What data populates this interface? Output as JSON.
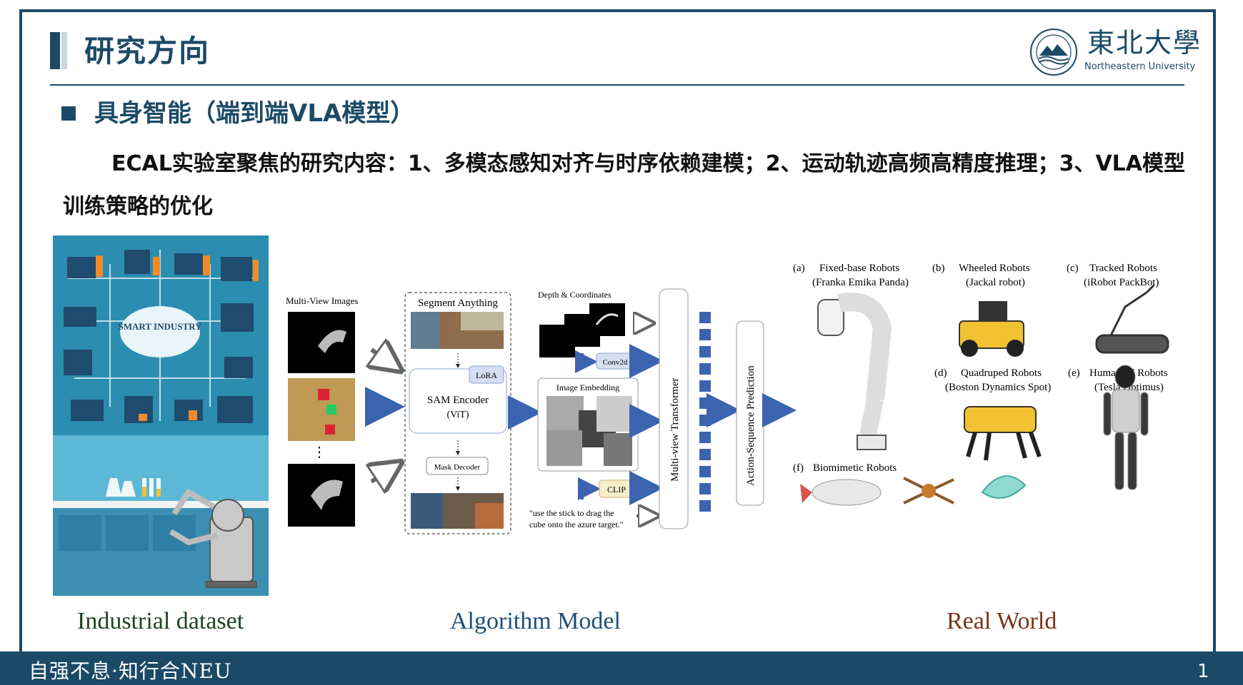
{
  "slide": {
    "title": "研究方向",
    "section": "具身智能（端到端VLA模型）",
    "paragraph": "ECAL实验室聚焦的研究内容：1、多模态感知对齐与时序依赖建模；2、运动轨迹高频高精度推理；3、VLA模型训练策略的优化",
    "page_number": "1"
  },
  "logo": {
    "cn": "東北大學",
    "en": "Northeastern University",
    "icon": "university-seal-icon"
  },
  "footer": {
    "motto": "自强不息·知行合NEU"
  },
  "left_panel": {
    "caption": "Industrial dataset",
    "top_illustration": "smart-industry-illustration",
    "top_label": "SMART INDUSTRY",
    "bottom_illustration": "robot-lab-illustration"
  },
  "algorithm": {
    "caption": "Algorithm Model",
    "multi_view_label": "Multi-View Images",
    "sam_title": "Segment Anything",
    "lora": "LoRA",
    "sam_encoder": "SAM Encoder",
    "vit": "(ViT)",
    "mask_decoder": "Mask Decoder",
    "depth_label": "Depth & Coordinates",
    "conv2d": "Conv2d",
    "image_embedding": "Image Embedding",
    "clip": "CLIP",
    "instruction_line1": "\"use the stick to drag the",
    "instruction_line2": "cube onto the azure target.\"",
    "transformer": "Multi-view Transformer",
    "action": "Action-Sequence Prediction"
  },
  "real_world": {
    "caption": "Real World",
    "robots": [
      {
        "id": "(a)",
        "name": "Fixed-base Robots",
        "example": "(Franka Emika Panda)"
      },
      {
        "id": "(b)",
        "name": "Wheeled Robots",
        "example": "(Jackal robot)"
      },
      {
        "id": "(c)",
        "name": "Tracked Robots",
        "example": "(iRobot PackBot)"
      },
      {
        "id": "(d)",
        "name": "Quadruped Robots",
        "example": "(Boston Dynamics Spot)"
      },
      {
        "id": "(e)",
        "name": "Humanoid Robots",
        "example": "(Tesla Optimus)"
      },
      {
        "id": "(f)",
        "name": "Biomimetic Robots",
        "example": ""
      }
    ]
  },
  "colors": {
    "primary": "#1b4a66",
    "arrow": "#3c63b0",
    "caption_green": "#1e4620",
    "caption_blue": "#1f4f7a",
    "caption_brown": "#7a3517"
  }
}
